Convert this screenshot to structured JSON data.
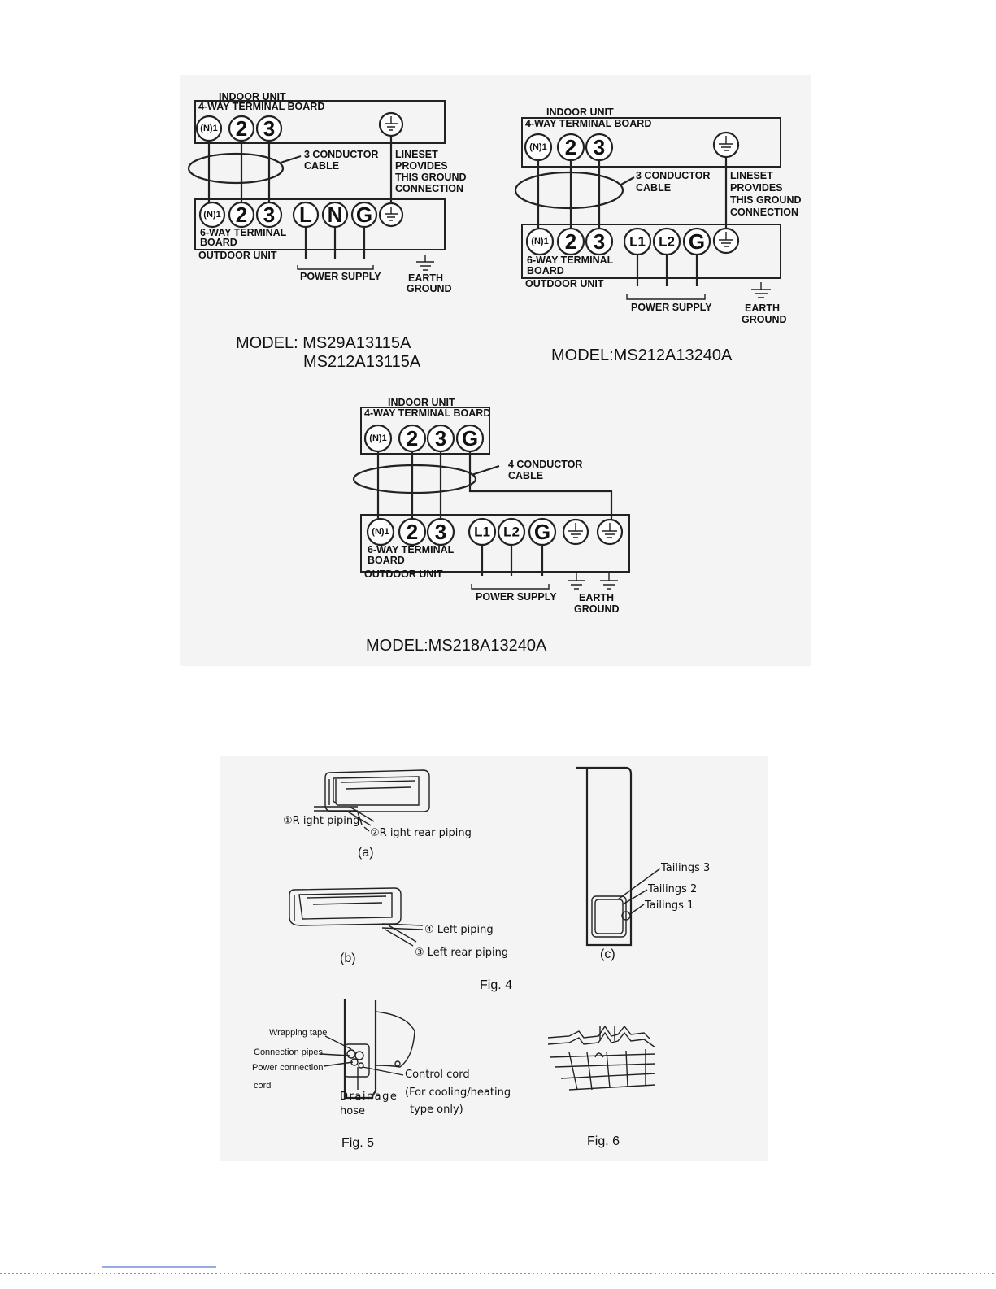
{
  "wiring_diagrams": [
    {
      "indoor_unit": "INDOOR UNIT",
      "indoor_board": "4-WAY TERMINAL BOARD",
      "indoor_terminals": [
        "(N)1",
        "2",
        "3"
      ],
      "cable": [
        "3 CONDUCTOR",
        "CABLE"
      ],
      "lineset_note": [
        "LINESET",
        "PROVIDES",
        "THIS GROUND",
        "CONNECTION"
      ],
      "outdoor_board": [
        "6-WAY TERMINAL",
        "BOARD"
      ],
      "outdoor_terminals": [
        "(N)1",
        "2",
        "3",
        "L",
        "N",
        "G"
      ],
      "outdoor_unit": "OUTDOOR UNIT",
      "power_supply": "POWER SUPPLY",
      "earth_ground": [
        "EARTH",
        "GROUND"
      ],
      "model_lines": [
        "MODEL: MS29A13115A",
        "MS212A13115A"
      ]
    },
    {
      "indoor_unit": "INDOOR UNIT",
      "indoor_board": "4-WAY TERMINAL BOARD",
      "indoor_terminals": [
        "(N)1",
        "2",
        "3"
      ],
      "cable": [
        "3 CONDUCTOR",
        "CABLE"
      ],
      "lineset_note": [
        "LINESET",
        "PROVIDES",
        "THIS GROUND",
        "CONNECTION"
      ],
      "outdoor_board": [
        "6-WAY TERMINAL",
        "BOARD"
      ],
      "outdoor_terminals": [
        "(N)1",
        "2",
        "3",
        "L1",
        "L2",
        "G"
      ],
      "outdoor_unit": "OUTDOOR UNIT",
      "power_supply": "POWER SUPPLY",
      "earth_ground": [
        "EARTH",
        "GROUND"
      ],
      "model_lines": [
        "MODEL:MS212A13240A"
      ]
    },
    {
      "indoor_unit": "INDOOR UNIT",
      "indoor_board": "4-WAY TERMINAL BOARD",
      "indoor_terminals": [
        "(N)1",
        "2",
        "3",
        "G"
      ],
      "cable": [
        "4 CONDUCTOR",
        "CABLE"
      ],
      "outdoor_board": [
        "6-WAY TERMINAL",
        "BOARD"
      ],
      "outdoor_terminals": [
        "(N)1",
        "2",
        "3",
        "L1",
        "L2",
        "G"
      ],
      "outdoor_unit": "OUTDOOR UNIT",
      "power_supply": "POWER SUPPLY",
      "earth_ground": [
        "EARTH",
        "GROUND"
      ],
      "model_lines": [
        "MODEL:MS218A13240A"
      ]
    }
  ],
  "fig4": {
    "a_labels": [
      "①R ight piping",
      "②R ight rear piping"
    ],
    "a_caption": "(a)",
    "b_labels": [
      "④ Left piping",
      "③ Left rear piping"
    ],
    "b_caption": "(b)",
    "c_labels": [
      "Tailings 3",
      "Tailings 2",
      "Tailings 1"
    ],
    "c_caption": "(c)",
    "title": "Fig. 4"
  },
  "fig5": {
    "labels": [
      "Wrapping tape",
      "Connection pipes",
      "Power connection",
      "cord",
      "Control cord",
      "(For cooling/heating",
      "type only)",
      "Drainage",
      "hose"
    ],
    "title": "Fig. 5"
  },
  "fig6": {
    "title": "Fig. 6"
  }
}
